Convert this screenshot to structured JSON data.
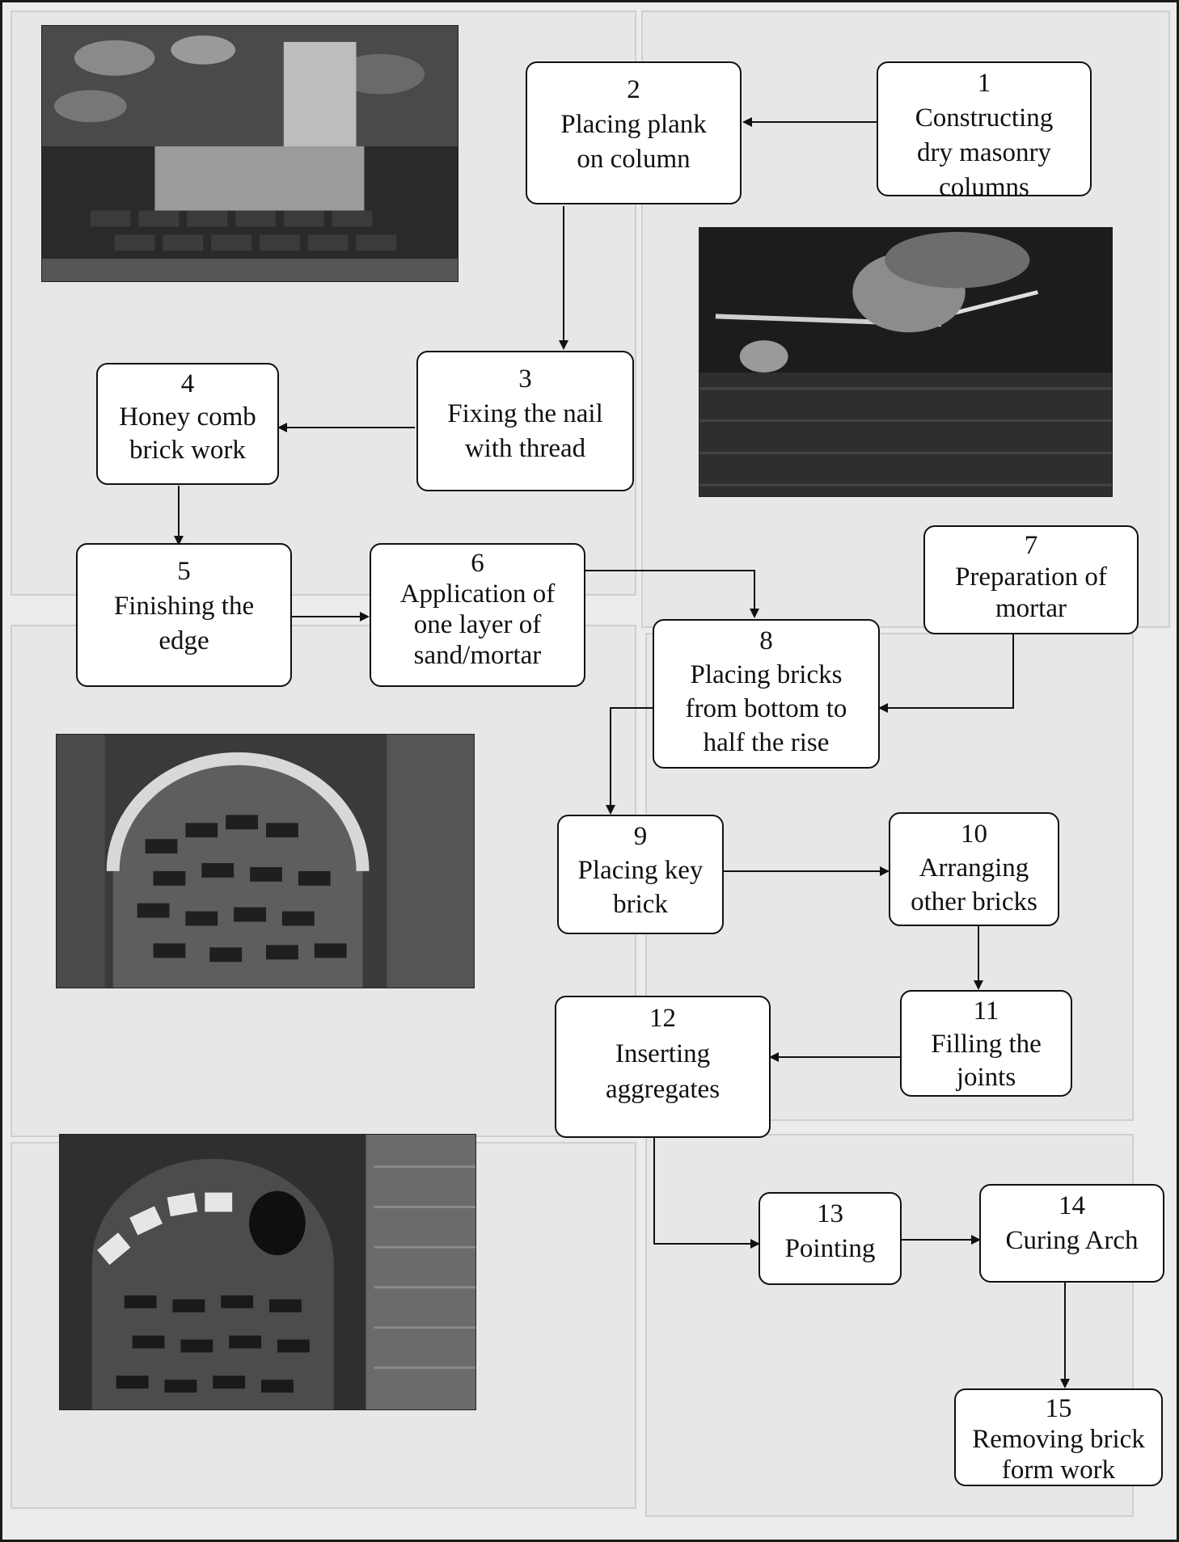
{
  "diagram": {
    "steps": [
      {
        "num": "1",
        "label": "Constructing\ndry masonry\ncolumns"
      },
      {
        "num": "2",
        "label": "Placing plank\non column"
      },
      {
        "num": "3",
        "label": "Fixing the nail\nwith thread"
      },
      {
        "num": "4",
        "label": "Honey comb\nbrick work"
      },
      {
        "num": "5",
        "label": "Finishing the\nedge"
      },
      {
        "num": "6",
        "label": "Application of\none layer of\nsand/mortar"
      },
      {
        "num": "7",
        "label": "Preparation of\nmortar"
      },
      {
        "num": "8",
        "label": "Placing bricks\nfrom bottom to\nhalf the rise"
      },
      {
        "num": "9",
        "label": "Placing key\nbrick"
      },
      {
        "num": "10",
        "label": "Arranging\nother bricks"
      },
      {
        "num": "11",
        "label": "Filling the\njoints"
      },
      {
        "num": "12",
        "label": "Inserting\naggregates"
      },
      {
        "num": "13",
        "label": "Pointing"
      },
      {
        "num": "14",
        "label": "Curing Arch"
      },
      {
        "num": "15",
        "label": "Removing brick\nform work"
      }
    ],
    "photos": [
      {
        "name": "photo-dry-masonry-columns"
      },
      {
        "name": "photo-fixing-nail-thread"
      },
      {
        "name": "photo-brick-arch-formwork"
      },
      {
        "name": "photo-finished-brick-arch"
      }
    ]
  }
}
